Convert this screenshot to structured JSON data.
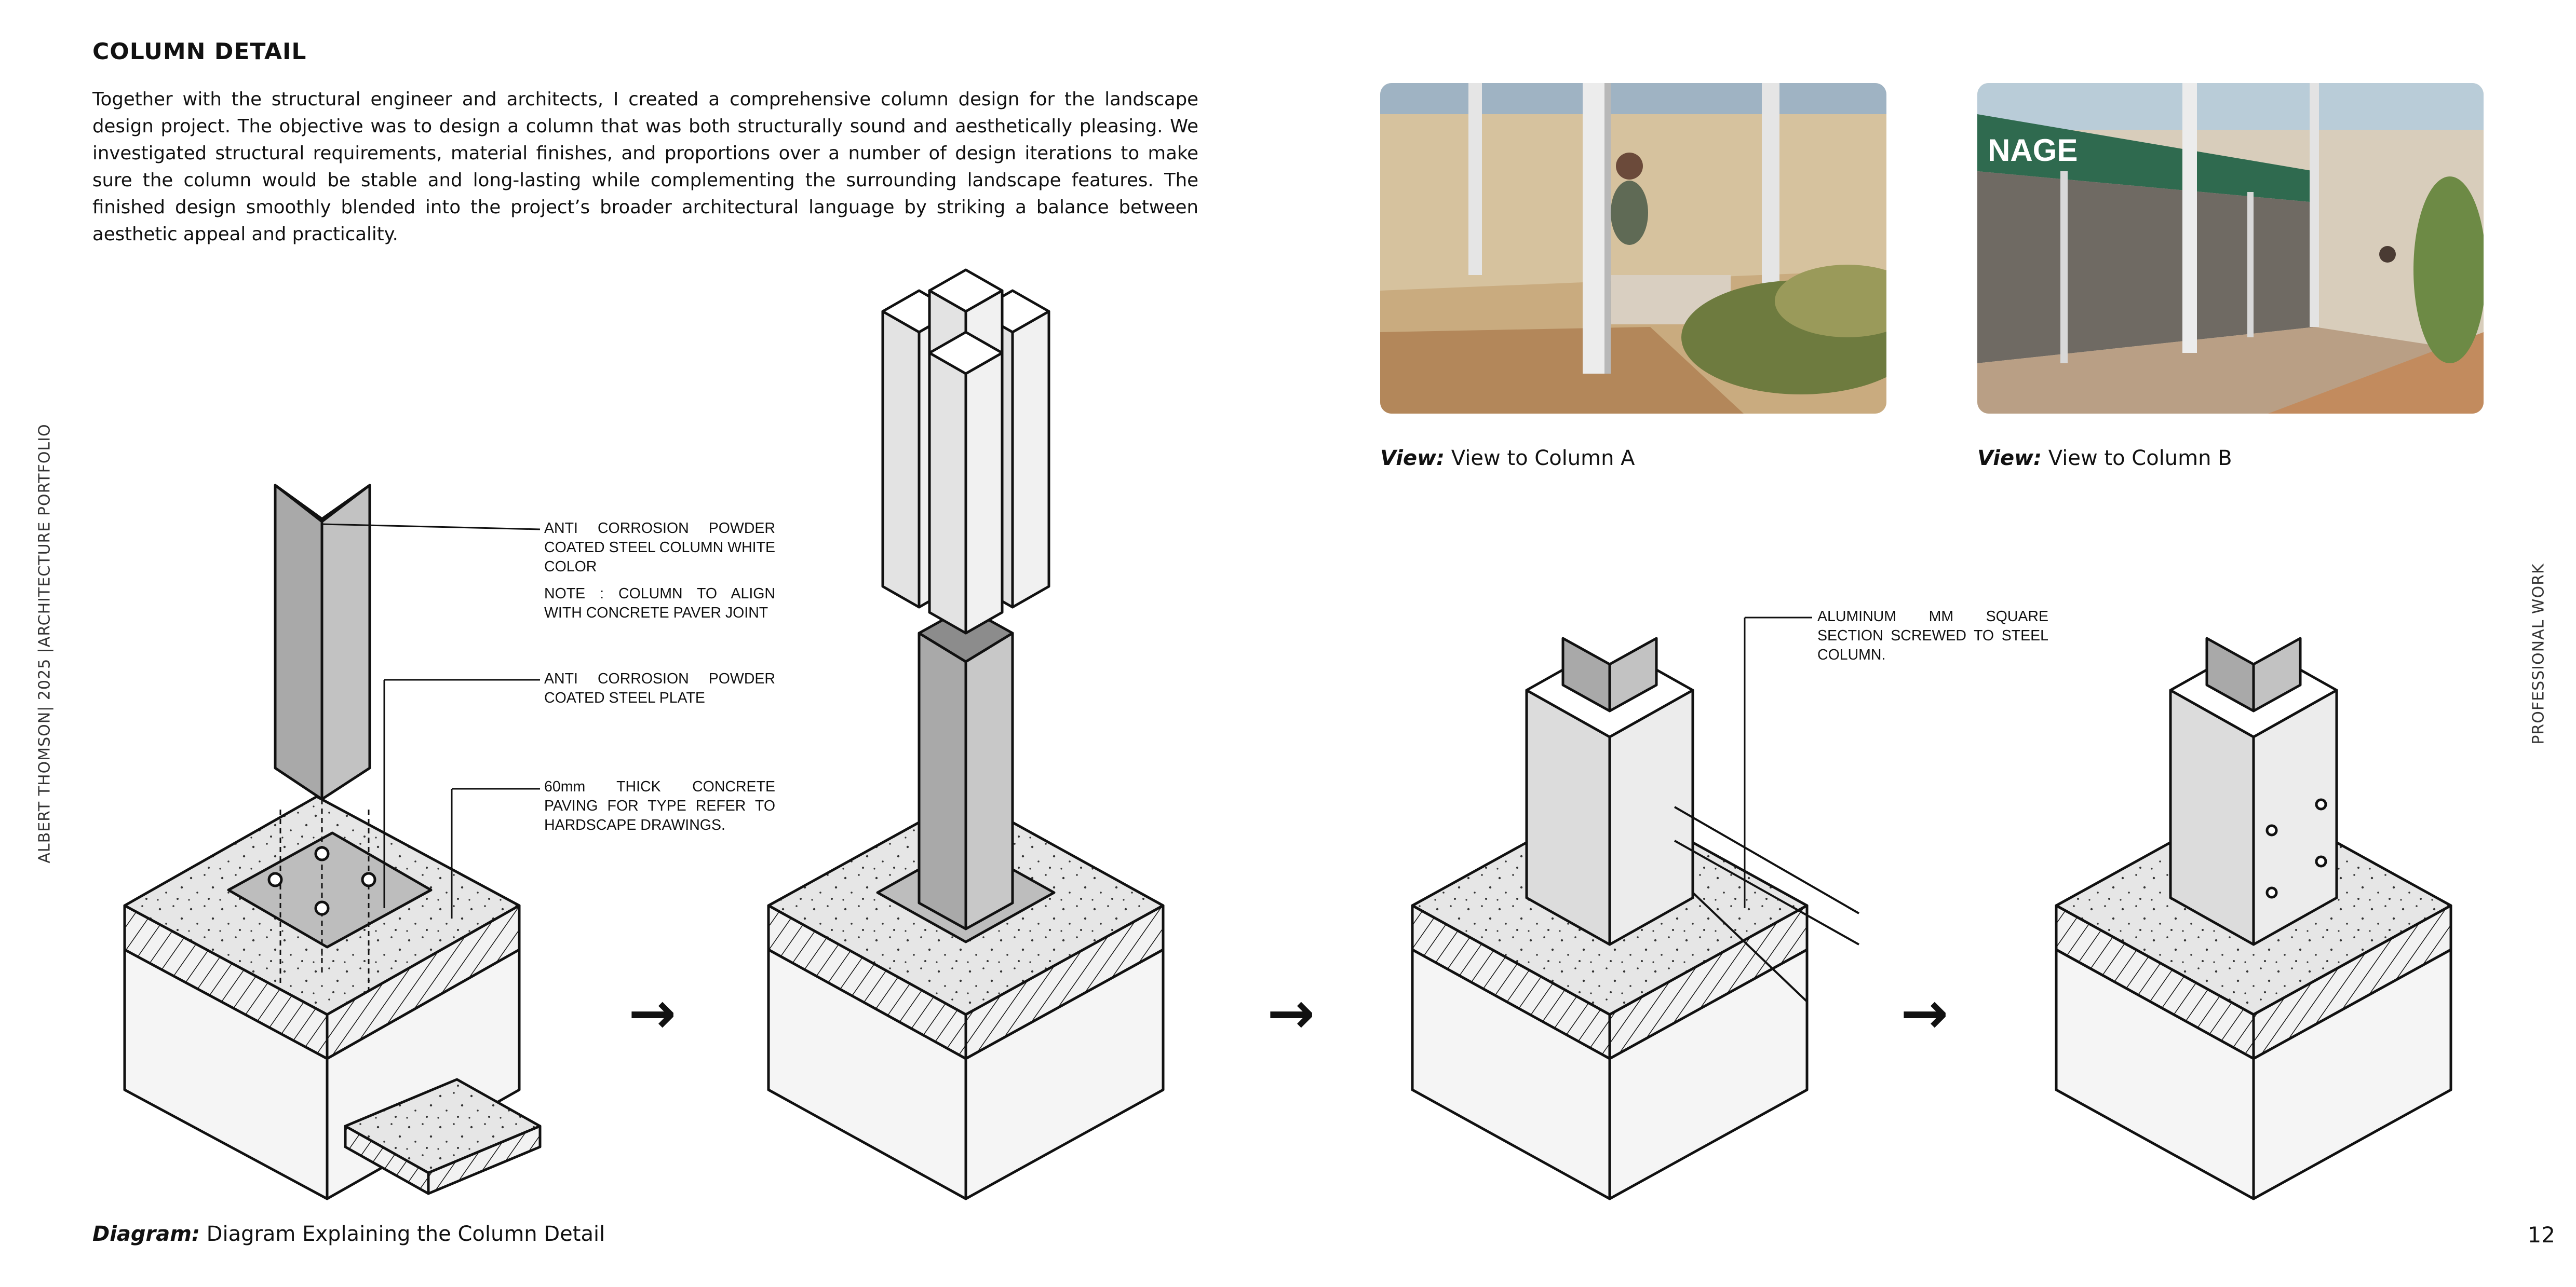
{
  "page": {
    "side_left": "ALBERT THOMSON| 2025 |ARCHITECTURE PORTFOLIO",
    "side_right": "PROFESSIONAL WORK",
    "page_number": "12"
  },
  "header": {
    "title": "COLUMN DETAIL",
    "intro": "Together with the structural engineer and architects, I created a comprehensive column design for the landscape design project. The objective was to design a column that was both structurally sound and aesthetically pleasing. We investigated structural requirements, material finishes, and proportions over a number of design iterations to make sure the column would be stable and long-lasting while complementing the surrounding landscape features. The finished design smoothly blended into the project’s broader architectural language by striking a balance between aesthetic appeal and practicality."
  },
  "views": [
    {
      "label": "View:",
      "text": "View to Column A"
    },
    {
      "label": "View:",
      "text": "View to Column B",
      "sign": "NAGE"
    }
  ],
  "callouts": {
    "column": "ANTI CORROSION POWDER COATED STEEL COLUMN WHITE COLOR",
    "note": "NOTE : COLUMN TO ALIGN WITH CONCRETE PAVER JOINT",
    "plate": "ANTI CORROSION POWDER COATED STEEL PLATE",
    "paving": "60mm THICK CONCRETE PAVING FOR TYPE REFER TO HARDSCAPE DRAWINGS.",
    "aluminum": "ALUMINUM MM SQUARE SECTION SCREWED TO STEEL COLUMN."
  },
  "steps": [
    {
      "arrow": "→"
    },
    {
      "arrow": "→"
    },
    {
      "arrow": "→"
    }
  ],
  "diagram_caption": {
    "label": "Diagram:",
    "text": "Diagram Explaining the Column Detail"
  },
  "colors": {
    "line": "#111111",
    "steel": "#a9a9a9",
    "aluminum": "#e3e3e3",
    "paving": "#e6e6e6",
    "footing": "#f5f5f5",
    "photo_wall": "#d6c29e",
    "photo_green": "#2f6a4f",
    "photo_glass": "#6f6a63"
  }
}
